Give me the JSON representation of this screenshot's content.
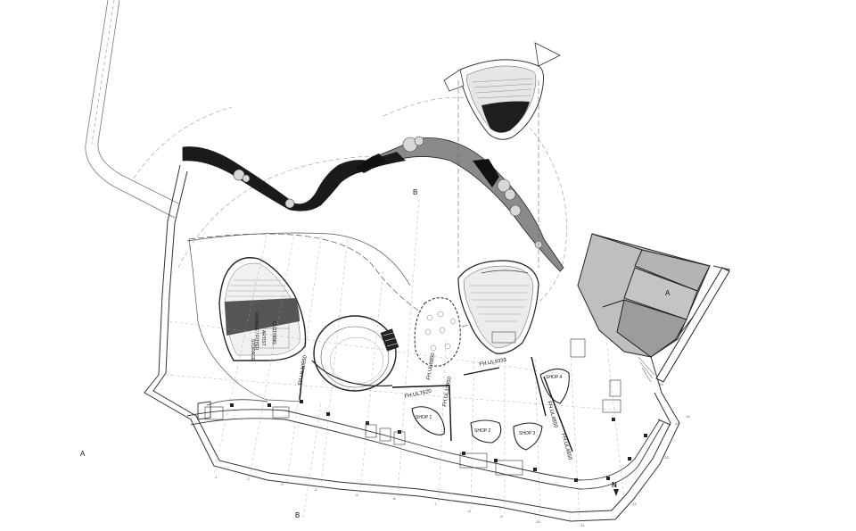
{
  "section_marks": {
    "a_left": "A",
    "a_right": "A",
    "b_top": "B",
    "b_bottom": "B"
  },
  "north_label": "N",
  "shops": [
    "SHOP 1",
    "SHOP 2",
    "SHOP 3",
    "SHOP 4"
  ],
  "fh_labels": [
    "FH.UL7620",
    "FH.UL10950",
    "FH.UL10950",
    "FH.UL9333",
    "FH.UL6850",
    "FH.UL4850",
    "FH.UL4850"
  ],
  "auditorium_labels": [
    "LOUNGE / FOYER",
    "CLOTHING",
    "ARTIST",
    "STORAGE"
  ],
  "grid_marks": [
    "-1",
    "-2",
    "-3",
    "-4",
    "-5",
    "-6",
    "-7",
    "-8",
    "-9",
    "-10",
    "-11",
    "-12",
    "-13",
    "-14",
    "-15",
    "-16"
  ],
  "colors": {
    "line": "#444444",
    "fill_dark": "#222222",
    "fill_grey": "#bdbdbd",
    "fill_mid": "#9a9a9a"
  }
}
